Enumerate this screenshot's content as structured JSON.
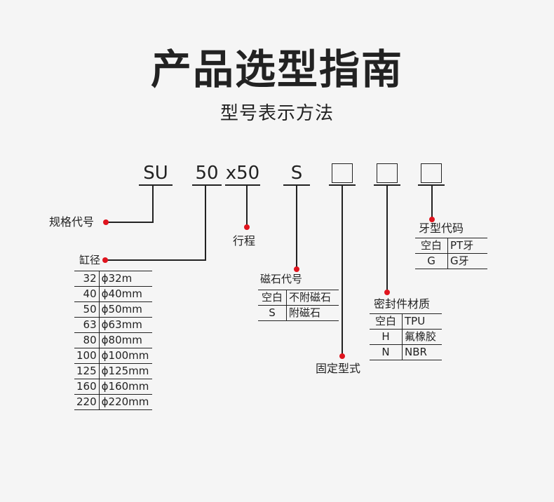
{
  "title": "产品选型指南",
  "subtitle": "型号表示方法",
  "model_code": {
    "series": "SU",
    "bore": "50",
    "stroke": "x50",
    "magnet": "S"
  },
  "labels": {
    "series": "规格代号",
    "stroke": "行程",
    "bore": "缸径",
    "magnet": "磁石代号",
    "mounting": "固定型式",
    "seal": "密封件材质",
    "thread": "牙型代码"
  },
  "bore_table": [
    {
      "k": "32",
      "v": "ϕ32m"
    },
    {
      "k": "40",
      "v": "ϕ40mm"
    },
    {
      "k": "50",
      "v": "ϕ50mm"
    },
    {
      "k": "63",
      "v": "ϕ63mm"
    },
    {
      "k": "80",
      "v": "ϕ80mm"
    },
    {
      "k": "100",
      "v": "ϕ100mm"
    },
    {
      "k": "125",
      "v": "ϕ125mm"
    },
    {
      "k": "160",
      "v": "ϕ160mm"
    },
    {
      "k": "220",
      "v": "ϕ220mm"
    }
  ],
  "magnet_table": [
    {
      "k": "空白",
      "v": "不附磁石"
    },
    {
      "k": "S",
      "v": "附磁石"
    }
  ],
  "seal_table": [
    {
      "k": "空白",
      "v": "TPU"
    },
    {
      "k": "H",
      "v": "氟橡胶"
    },
    {
      "k": "N",
      "v": "NBR"
    }
  ],
  "thread_table": [
    {
      "k": "空白",
      "v": "PT牙"
    },
    {
      "k": "G",
      "v": "G牙"
    }
  ],
  "colors": {
    "dot": "#e0141e",
    "line": "#222222",
    "background": "#f5f5f5"
  }
}
